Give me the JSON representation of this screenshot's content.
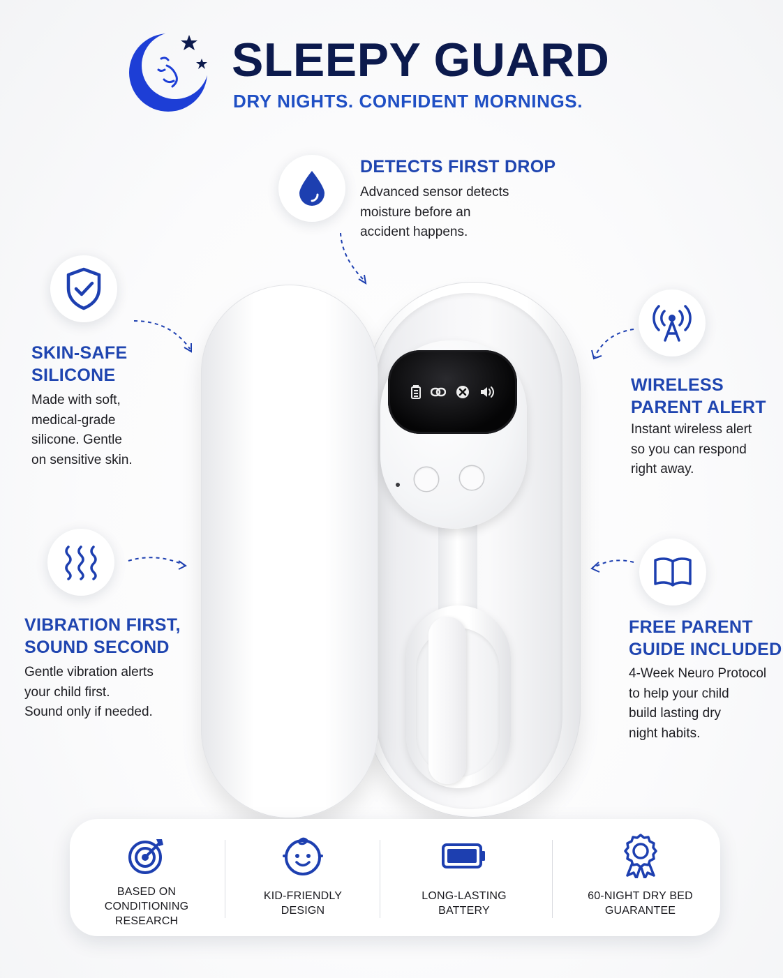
{
  "header": {
    "brand": "SLEEPY GUARD",
    "tagline": "DRY NIGHTS. CONFIDENT MORNINGS.",
    "logo_icon": "moon-stars-icon"
  },
  "colors": {
    "navy": "#0c1a4d",
    "accent_blue": "#1f45b0",
    "icon_blue": "#1d3fb0"
  },
  "features": {
    "detects": {
      "icon": "water-drop-icon",
      "title": "DETECTS FIRST DROP",
      "lines": [
        "Advanced sensor detects",
        "moisture before an",
        "accident happens."
      ]
    },
    "silicone": {
      "icon": "shield-check-icon",
      "title_lines": [
        "SKIN-SAFE",
        "SILICONE"
      ],
      "lines": [
        "Made with soft,",
        "medical-grade",
        "silicone. Gentle",
        "on sensitive skin."
      ]
    },
    "vibration": {
      "icon": "vibration-waves-icon",
      "title_lines": [
        "VIBRATION FIRST,",
        "SOUND SECOND"
      ],
      "lines": [
        "Gentle vibration alerts",
        "your child first.",
        "Sound only if needed."
      ]
    },
    "wireless": {
      "icon": "antenna-signal-icon",
      "title_lines": [
        "WIRELESS",
        "PARENT ALERT"
      ],
      "lines": [
        "Instant wireless alert",
        "so you can respond",
        "right away."
      ]
    },
    "guide": {
      "icon": "open-book-icon",
      "title_lines": [
        "FREE PARENT",
        "GUIDE INCLUDED"
      ],
      "lines": [
        "4-Week Neuro Protocol",
        "to help your child",
        "build lasting dry",
        "night habits."
      ]
    }
  },
  "device_screen_icons": [
    "battery-icon",
    "link-icon",
    "mute-icon",
    "speaker-icon"
  ],
  "bottom_bar": [
    {
      "icon": "target-icon",
      "lines": [
        "BASED ON",
        "CONDITIONING",
        "RESEARCH"
      ]
    },
    {
      "icon": "baby-face-icon",
      "lines": [
        "KID-FRIENDLY",
        "DESIGN"
      ]
    },
    {
      "icon": "battery-full-icon",
      "lines": [
        "LONG-LASTING",
        "BATTERY"
      ]
    },
    {
      "icon": "award-ribbon-icon",
      "lines": [
        "60-NIGHT DRY BED",
        "GUARANTEE"
      ]
    }
  ]
}
